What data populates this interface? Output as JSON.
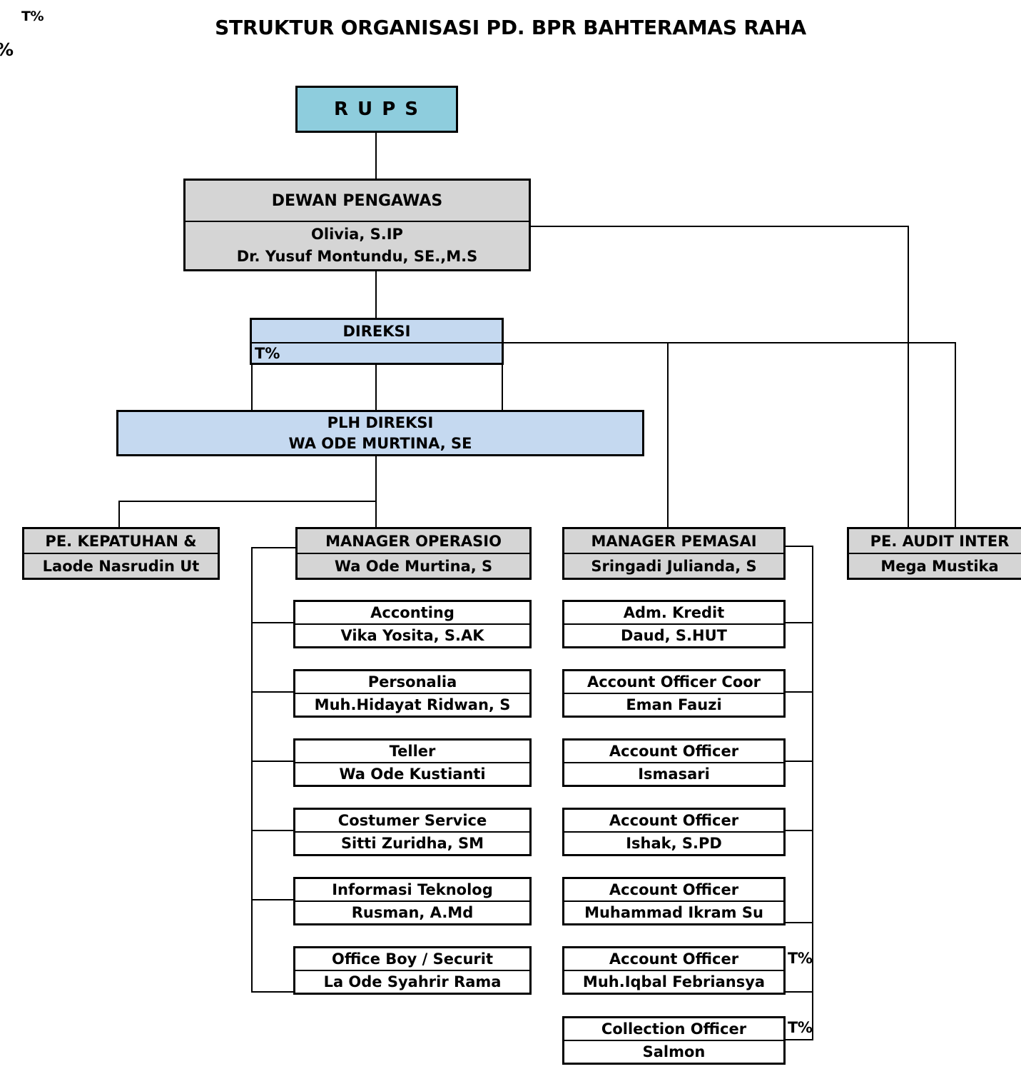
{
  "page": {
    "title": "STRUKTUR ORGANISASI PD. BPR BAHTERAMAS RAHA",
    "artifact_top_left": "T%",
    "artifact_left_edge": "%",
    "artifact_ao_right": "T%",
    "artifact_collection_right": "T%"
  },
  "colors": {
    "rups_fill": "#8ECDDD",
    "gray_fill": "#D5D5D5",
    "blue_fill": "#C5D9F0",
    "white_fill": "#FFFFFF",
    "border": "#000000"
  },
  "nodes": {
    "rups": {
      "title": "R U P S"
    },
    "dewan_pengawas": {
      "title": "DEWAN PENGAWAS",
      "member_1": "Olivia, S.IP",
      "member_2": "Dr. Yusuf Montundu, SE.,M.S"
    },
    "direksi": {
      "title": "DIREKSI",
      "name": "T%"
    },
    "plh_direksi": {
      "title": "PLH DIREKSI",
      "name": "WA ODE MURTINA, SE"
    },
    "pe_kepatuhan": {
      "title": "PE. KEPATUHAN &",
      "name": "Laode Nasrudin Ut"
    },
    "manager_operasional": {
      "title": "MANAGER OPERASIO",
      "name": "Wa Ode Murtina, S"
    },
    "manager_pemasaran": {
      "title": "MANAGER PEMASAI",
      "name": "Sringadi Julianda, S"
    },
    "pe_audit_intern": {
      "title": "PE. AUDIT INTER",
      "name": "Mega Mustika"
    }
  },
  "operasional_units": [
    {
      "title": "Acconting",
      "name": "Vika Yosita, S.AK"
    },
    {
      "title": "Personalia",
      "name": "Muh.Hidayat Ridwan, S"
    },
    {
      "title": "Teller",
      "name": "Wa Ode Kustianti"
    },
    {
      "title": "Costumer Service",
      "name": "Sitti Zuridha, SM"
    },
    {
      "title": "Informasi Teknolog",
      "name": "Rusman, A.Md"
    },
    {
      "title": "Office Boy / Securit",
      "name": "La Ode Syahrir Rama"
    }
  ],
  "pemasaran_units": [
    {
      "title": "Adm. Kredit",
      "name": "Daud, S.HUT"
    },
    {
      "title": "Account Officer Coor",
      "name": "Eman Fauzi"
    },
    {
      "title": "Account Officer",
      "name": "Ismasari"
    },
    {
      "title": "Account Officer",
      "name": "Ishak, S.PD"
    },
    {
      "title": "Account Officer",
      "name": "Muhammad Ikram Su"
    },
    {
      "title": "Account Officer",
      "name": "Muh.Iqbal Febriansya"
    },
    {
      "title": "Collection Officer",
      "name": "Salmon"
    }
  ]
}
